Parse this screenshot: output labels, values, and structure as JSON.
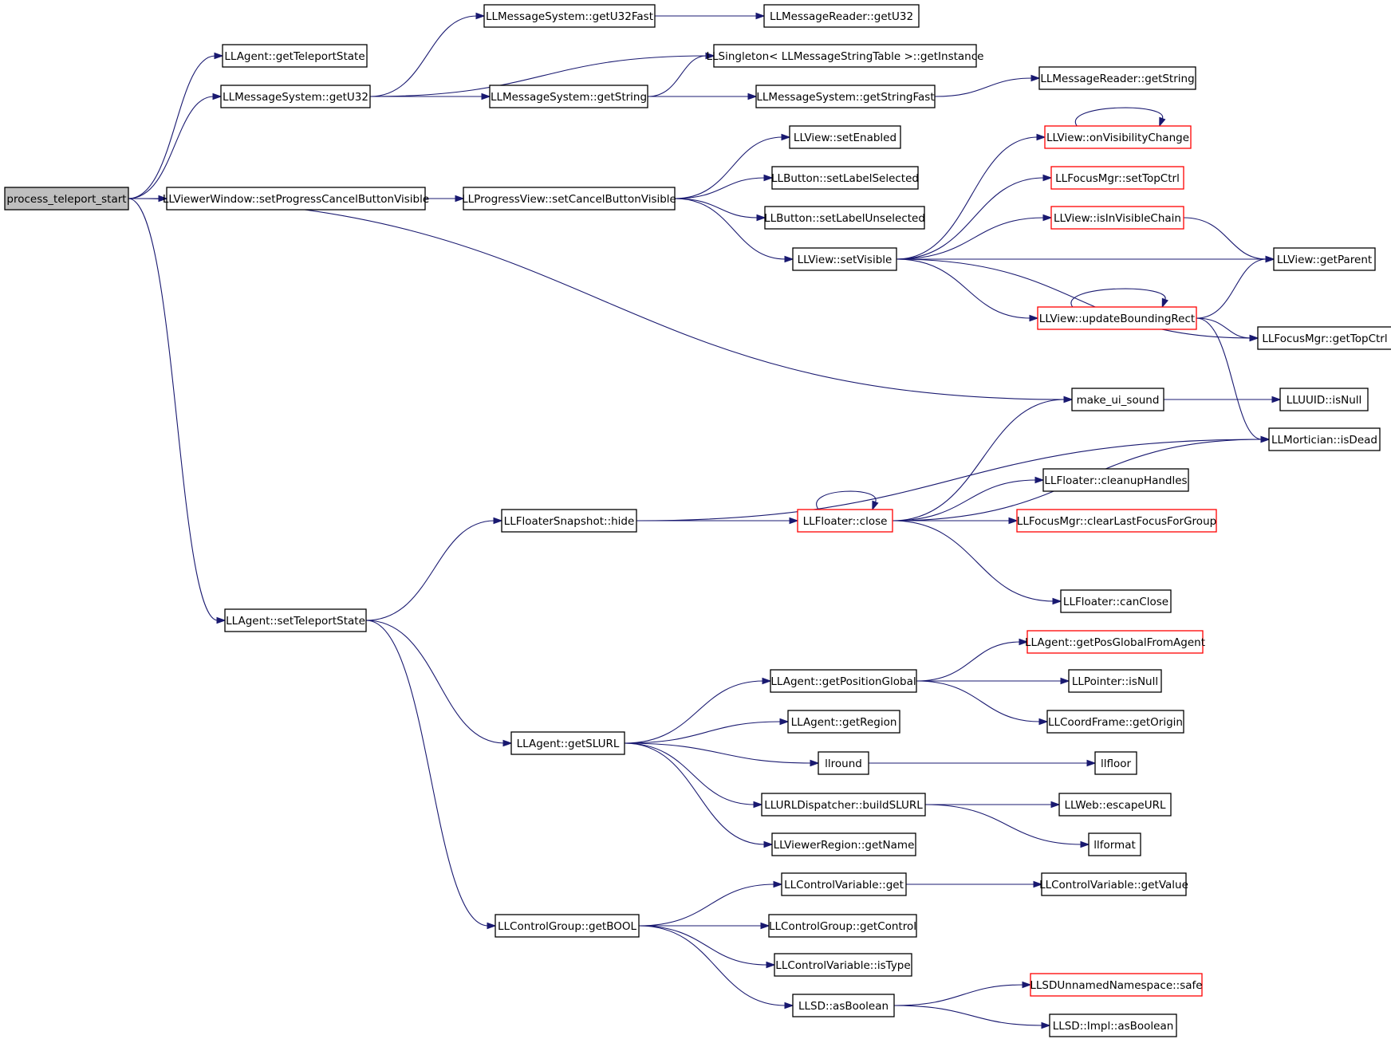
{
  "colors": {
    "edge": "#191970",
    "node_border": "#000000",
    "node_border_truncated": "#ff0000",
    "root_fill": "#bfbfbf",
    "node_fill": "#ffffff"
  },
  "nodes": [
    {
      "id": "process_teleport_start",
      "label": "process_teleport_start",
      "root": true
    },
    {
      "id": "agent_getTeleportState",
      "label": "LLAgent::getTeleportState"
    },
    {
      "id": "msg_getU32",
      "label": "LLMessageSystem::getU32"
    },
    {
      "id": "msg_getU32Fast",
      "label": "LLMessageSystem::getU32Fast"
    },
    {
      "id": "reader_getU32",
      "label": "LLMessageReader::getU32"
    },
    {
      "id": "singleton_getInstance",
      "label": "LLSingleton< LLMessageStringTable >::getInstance"
    },
    {
      "id": "msg_getString",
      "label": "LLMessageSystem::getString"
    },
    {
      "id": "msg_getStringFast",
      "label": "LLMessageSystem::getStringFast"
    },
    {
      "id": "reader_getString",
      "label": "LLMessageReader::getString"
    },
    {
      "id": "vw_setProgressCancel",
      "label": "LLViewerWindow::setProgressCancelButtonVisible"
    },
    {
      "id": "pv_setCancel",
      "label": "LLProgressView::setCancelButtonVisible"
    },
    {
      "id": "view_setEnabled",
      "label": "LLView::setEnabled"
    },
    {
      "id": "btn_setLabelSelected",
      "label": "LLButton::setLabelSelected"
    },
    {
      "id": "btn_setLabelUnselected",
      "label": "LLButton::setLabelUnselected"
    },
    {
      "id": "view_setVisible",
      "label": "LLView::setVisible"
    },
    {
      "id": "view_onVisibilityChange",
      "label": "LLView::onVisibilityChange",
      "truncated": true
    },
    {
      "id": "focus_setTopCtrl",
      "label": "LLFocusMgr::setTopCtrl",
      "truncated": true
    },
    {
      "id": "view_isInVisibleChain",
      "label": "LLView::isInVisibleChain",
      "truncated": true
    },
    {
      "id": "view_getParent",
      "label": "LLView::getParent"
    },
    {
      "id": "view_updateBoundingRect",
      "label": "LLView::updateBoundingRect",
      "truncated": true
    },
    {
      "id": "focus_getTopCtrl",
      "label": "LLFocusMgr::getTopCtrl"
    },
    {
      "id": "make_ui_sound",
      "label": "make_ui_sound"
    },
    {
      "id": "uuid_isNull",
      "label": "LLUUID::isNull"
    },
    {
      "id": "mortician_isDead",
      "label": "LLMortician::isDead"
    },
    {
      "id": "snapshot_hide",
      "label": "LLFloaterSnapshot::hide"
    },
    {
      "id": "floater_close",
      "label": "LLFloater::close",
      "truncated": true
    },
    {
      "id": "floater_cleanupHandles",
      "label": "LLFloater::cleanupHandles"
    },
    {
      "id": "focus_clearLastFocus",
      "label": "LLFocusMgr::clearLastFocusForGroup",
      "truncated": true
    },
    {
      "id": "floater_canClose",
      "label": "LLFloater::canClose"
    },
    {
      "id": "agent_setTeleportState",
      "label": "LLAgent::setTeleportState"
    },
    {
      "id": "agent_getPosGlobalFromAgent",
      "label": "LLAgent::getPosGlobalFromAgent",
      "truncated": true
    },
    {
      "id": "agent_getPositionGlobal",
      "label": "LLAgent::getPositionGlobal"
    },
    {
      "id": "pointer_isNull",
      "label": "LLPointer::isNull"
    },
    {
      "id": "agent_getRegion",
      "label": "LLAgent::getRegion"
    },
    {
      "id": "coordframe_getOrigin",
      "label": "LLCoordFrame::getOrigin"
    },
    {
      "id": "agent_getSLURL",
      "label": "LLAgent::getSLURL"
    },
    {
      "id": "llround",
      "label": "llround"
    },
    {
      "id": "llfloor",
      "label": "llfloor"
    },
    {
      "id": "url_buildSLURL",
      "label": "LLURLDispatcher::buildSLURL"
    },
    {
      "id": "web_escapeURL",
      "label": "LLWeb::escapeURL"
    },
    {
      "id": "region_getName",
      "label": "LLViewerRegion::getName"
    },
    {
      "id": "llformat",
      "label": "llformat"
    },
    {
      "id": "cv_get",
      "label": "LLControlVariable::get"
    },
    {
      "id": "cv_getValue",
      "label": "LLControlVariable::getValue"
    },
    {
      "id": "cg_getBOOL",
      "label": "LLControlGroup::getBOOL"
    },
    {
      "id": "cg_getControl",
      "label": "LLControlGroup::getControl"
    },
    {
      "id": "cv_isType",
      "label": "LLControlVariable::isType"
    },
    {
      "id": "llsd_asBoolean",
      "label": "LLSD::asBoolean"
    },
    {
      "id": "llsd_safe",
      "label": "LLSDUnnamedNamespace::safe",
      "truncated": true
    },
    {
      "id": "llsd_impl_asBoolean",
      "label": "LLSD::Impl::asBoolean"
    }
  ],
  "edges": [
    [
      "process_teleport_start",
      "agent_getTeleportState"
    ],
    [
      "process_teleport_start",
      "msg_getU32"
    ],
    [
      "process_teleport_start",
      "vw_setProgressCancel"
    ],
    [
      "process_teleport_start",
      "make_ui_sound"
    ],
    [
      "process_teleport_start",
      "agent_setTeleportState"
    ],
    [
      "msg_getU32",
      "msg_getU32Fast"
    ],
    [
      "msg_getU32",
      "singleton_getInstance"
    ],
    [
      "msg_getU32",
      "msg_getString"
    ],
    [
      "msg_getU32Fast",
      "reader_getU32"
    ],
    [
      "msg_getString",
      "singleton_getInstance"
    ],
    [
      "msg_getString",
      "msg_getStringFast"
    ],
    [
      "msg_getStringFast",
      "reader_getString"
    ],
    [
      "vw_setProgressCancel",
      "pv_setCancel"
    ],
    [
      "pv_setCancel",
      "view_setEnabled"
    ],
    [
      "pv_setCancel",
      "btn_setLabelSelected"
    ],
    [
      "pv_setCancel",
      "btn_setLabelUnselected"
    ],
    [
      "pv_setCancel",
      "view_setVisible"
    ],
    [
      "view_setVisible",
      "view_onVisibilityChange"
    ],
    [
      "view_setVisible",
      "focus_setTopCtrl"
    ],
    [
      "view_setVisible",
      "view_isInVisibleChain"
    ],
    [
      "view_setVisible",
      "view_getParent"
    ],
    [
      "view_setVisible",
      "view_updateBoundingRect"
    ],
    [
      "view_setVisible",
      "focus_getTopCtrl"
    ],
    [
      "view_onVisibilityChange",
      "view_onVisibilityChange"
    ],
    [
      "view_isInVisibleChain",
      "view_getParent"
    ],
    [
      "view_updateBoundingRect",
      "view_updateBoundingRect"
    ],
    [
      "view_updateBoundingRect",
      "view_getParent"
    ],
    [
      "view_updateBoundingRect",
      "focus_getTopCtrl"
    ],
    [
      "view_updateBoundingRect",
      "mortician_isDead"
    ],
    [
      "make_ui_sound",
      "uuid_isNull"
    ],
    [
      "agent_setTeleportState",
      "snapshot_hide"
    ],
    [
      "agent_setTeleportState",
      "agent_getSLURL"
    ],
    [
      "agent_setTeleportState",
      "cg_getBOOL"
    ],
    [
      "snapshot_hide",
      "mortician_isDead"
    ],
    [
      "snapshot_hide",
      "floater_close"
    ],
    [
      "floater_close",
      "floater_close"
    ],
    [
      "floater_close",
      "make_ui_sound"
    ],
    [
      "floater_close",
      "floater_cleanupHandles"
    ],
    [
      "floater_close",
      "focus_clearLastFocus"
    ],
    [
      "floater_close",
      "mortician_isDead"
    ],
    [
      "floater_close",
      "floater_canClose"
    ],
    [
      "agent_getSLURL",
      "agent_getPositionGlobal"
    ],
    [
      "agent_getSLURL",
      "agent_getRegion"
    ],
    [
      "agent_getSLURL",
      "llround"
    ],
    [
      "agent_getSLURL",
      "url_buildSLURL"
    ],
    [
      "agent_getSLURL",
      "region_getName"
    ],
    [
      "agent_getPositionGlobal",
      "agent_getPosGlobalFromAgent"
    ],
    [
      "agent_getPositionGlobal",
      "pointer_isNull"
    ],
    [
      "agent_getPositionGlobal",
      "coordframe_getOrigin"
    ],
    [
      "llround",
      "llfloor"
    ],
    [
      "url_buildSLURL",
      "web_escapeURL"
    ],
    [
      "url_buildSLURL",
      "llformat"
    ],
    [
      "cg_getBOOL",
      "cv_get"
    ],
    [
      "cg_getBOOL",
      "cg_getControl"
    ],
    [
      "cg_getBOOL",
      "cv_isType"
    ],
    [
      "cg_getBOOL",
      "llsd_asBoolean"
    ],
    [
      "cv_get",
      "cv_getValue"
    ],
    [
      "llsd_asBoolean",
      "llsd_safe"
    ],
    [
      "llsd_asBoolean",
      "llsd_impl_asBoolean"
    ]
  ]
}
